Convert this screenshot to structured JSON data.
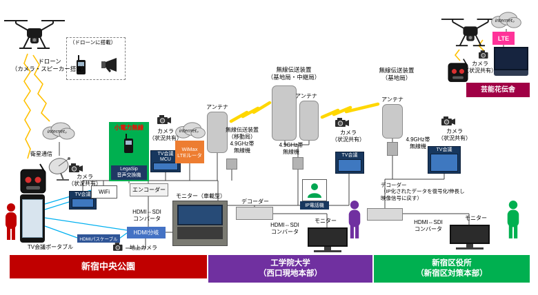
{
  "colors": {
    "park_red": "#c00000",
    "university_purple": "#7030a0",
    "ward_green": "#00b050",
    "kadensha_maroon": "#a00045",
    "lte_pink": "#ff3399",
    "wimax_orange": "#ed7d31",
    "hdmi_blue": "#4472c4",
    "low_power_green": "#00b050",
    "low_power_text_red": "#ff0000",
    "bolt_yellow": "#ffc000"
  },
  "common": {
    "internet": "internet。",
    "camera_share": "カメラ\n（状況共有）",
    "tv_conf": "TV会議",
    "antenna": "アンテナ",
    "hdmi_sdi": "HDMI⇔SDI\nコンバータ",
    "monitor": "モニター",
    "decoder": "デコーダー",
    "radio49": "4.9GHz帯\n無線機"
  },
  "park": {
    "banner": "新宿中央公園",
    "drone_caption": "ドローン\n（カメラ・スピーカー搭載）",
    "drone_mount": "（ドローンに搭載）",
    "satellite": "衛星通信",
    "tv_portable": "TV会議ポータブル",
    "wifi": "WiFi",
    "encoder": "エンコーダー",
    "low_power": "小電力無線",
    "legasip": "LegaSip\n音声交換機",
    "hdmi_split": "HDMI分岐",
    "hdmi_cable": "HDMIパスケーブル",
    "ground_camera": "地上カメラ",
    "tv_mcu": "TV会議\nMCU",
    "wimax": "WiMax\nLTEルータ",
    "mobile_station": "無線伝送装置\n（移動局）\n4.9GHz帯\n無線機",
    "monitor_vehicle": "モニター（車載型）"
  },
  "university": {
    "banner": "工学院大学\n（西口現地本部）",
    "base_relay": "無線伝送装置\n（基地局・中継局）",
    "ip_phone": "IP電話機"
  },
  "ward": {
    "banner": "新宿区役所\n（新宿区対策本部）",
    "base_station": "無線伝送装置\n（基地局）",
    "decoder_note": "デコーダー\n（IP化されたデータを復号化/伸長し\n映像信号に戻す）"
  },
  "kadensha": {
    "banner": "芸能花伝舎",
    "lte": "LTE"
  }
}
